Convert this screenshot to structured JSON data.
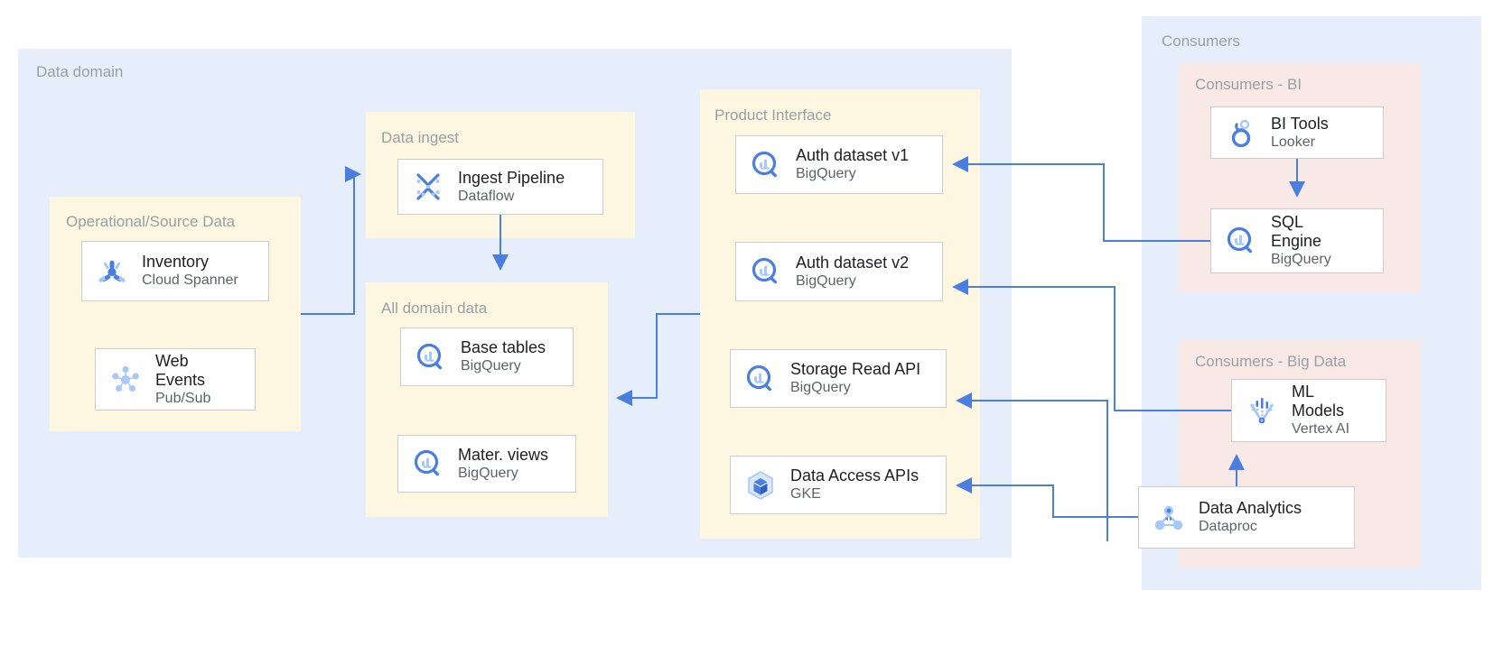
{
  "colors": {
    "domain_panel": "#e5eefa",
    "subgroup_yellow": "#fdf6e0",
    "consumer_pink": "#f8e9e6",
    "arrow": "#4a7fe0",
    "node_border": "#cfcdc7",
    "label_text": "#9aa0a6",
    "title_text": "#202124",
    "sub_text": "#5f6368",
    "icon_blue": "#4285f4",
    "icon_blue_light": "#a8c7fa"
  },
  "groups": {
    "data_domain": {
      "label": "Data domain"
    },
    "operational_source": {
      "label": "Operational/Source Data"
    },
    "data_ingest": {
      "label": "Data ingest"
    },
    "all_domain_data": {
      "label": "All domain data"
    },
    "product_interface": {
      "label": "Product Interface"
    },
    "consumers": {
      "label": "Consumers"
    },
    "consumers_bi": {
      "label": "Consumers - BI"
    },
    "consumers_big_data": {
      "label": "Consumers - Big Data"
    }
  },
  "nodes": {
    "inventory": {
      "title": "Inventory",
      "sub": "Cloud Spanner",
      "icon": "cloud-spanner-icon"
    },
    "web_events": {
      "title": "Web\nEvents",
      "sub": "Pub/Sub",
      "icon": "pubsub-icon"
    },
    "ingest_pipeline": {
      "title": "Ingest Pipeline",
      "sub": "Dataflow",
      "icon": "dataflow-icon"
    },
    "base_tables": {
      "title": "Base tables",
      "sub": "BigQuery",
      "icon": "bigquery-icon"
    },
    "mater_views": {
      "title": "Mater. views",
      "sub": "BigQuery",
      "icon": "bigquery-icon"
    },
    "auth_dataset_v1": {
      "title": "Auth dataset v1",
      "sub": "BigQuery",
      "icon": "bigquery-icon"
    },
    "auth_dataset_v2": {
      "title": "Auth dataset v2",
      "sub": "BigQuery",
      "icon": "bigquery-icon"
    },
    "storage_read_api": {
      "title": "Storage Read API",
      "sub": "BigQuery",
      "icon": "bigquery-icon"
    },
    "data_access_apis": {
      "title": "Data Access APIs",
      "sub": "GKE",
      "icon": "gke-icon"
    },
    "bi_tools": {
      "title": "BI Tools",
      "sub": "Looker",
      "icon": "looker-icon"
    },
    "sql_engine": {
      "title": "SQL\nEngine",
      "sub": "BigQuery",
      "icon": "bigquery-icon"
    },
    "ml_models": {
      "title": "ML\nModels",
      "sub": "Vertex AI",
      "icon": "vertex-ai-icon"
    },
    "data_analytics": {
      "title": "Data Analytics",
      "sub": "Dataproc",
      "icon": "dataproc-icon"
    }
  },
  "connections": [
    {
      "name": "source-data-to-ingest-pipeline",
      "from": "operational_source",
      "to": "ingest_pipeline"
    },
    {
      "name": "ingest-pipeline-to-domain-data",
      "from": "ingest_pipeline",
      "to": "all_domain_data"
    },
    {
      "name": "product-interface-to-domain-data",
      "from": "product_interface",
      "to": "all_domain_data"
    },
    {
      "name": "bi-tools-to-sql-engine",
      "from": "bi_tools",
      "to": "sql_engine"
    },
    {
      "name": "sql-engine-to-auth-dataset-v1",
      "from": "sql_engine",
      "to": "auth_dataset_v1"
    },
    {
      "name": "ml-models-to-auth-dataset-v2",
      "from": "ml_models",
      "to": "auth_dataset_v2"
    },
    {
      "name": "ml-models-to-storage-read-api",
      "from": "ml_models",
      "to": "storage_read_api"
    },
    {
      "name": "data-analytics-to-storage-read-api",
      "from": "data_analytics",
      "to": "storage_read_api"
    },
    {
      "name": "data-analytics-to-data-access-apis",
      "from": "data_analytics",
      "to": "data_access_apis"
    },
    {
      "name": "data-analytics-to-ml-models",
      "from": "data_analytics",
      "to": "ml_models"
    }
  ]
}
